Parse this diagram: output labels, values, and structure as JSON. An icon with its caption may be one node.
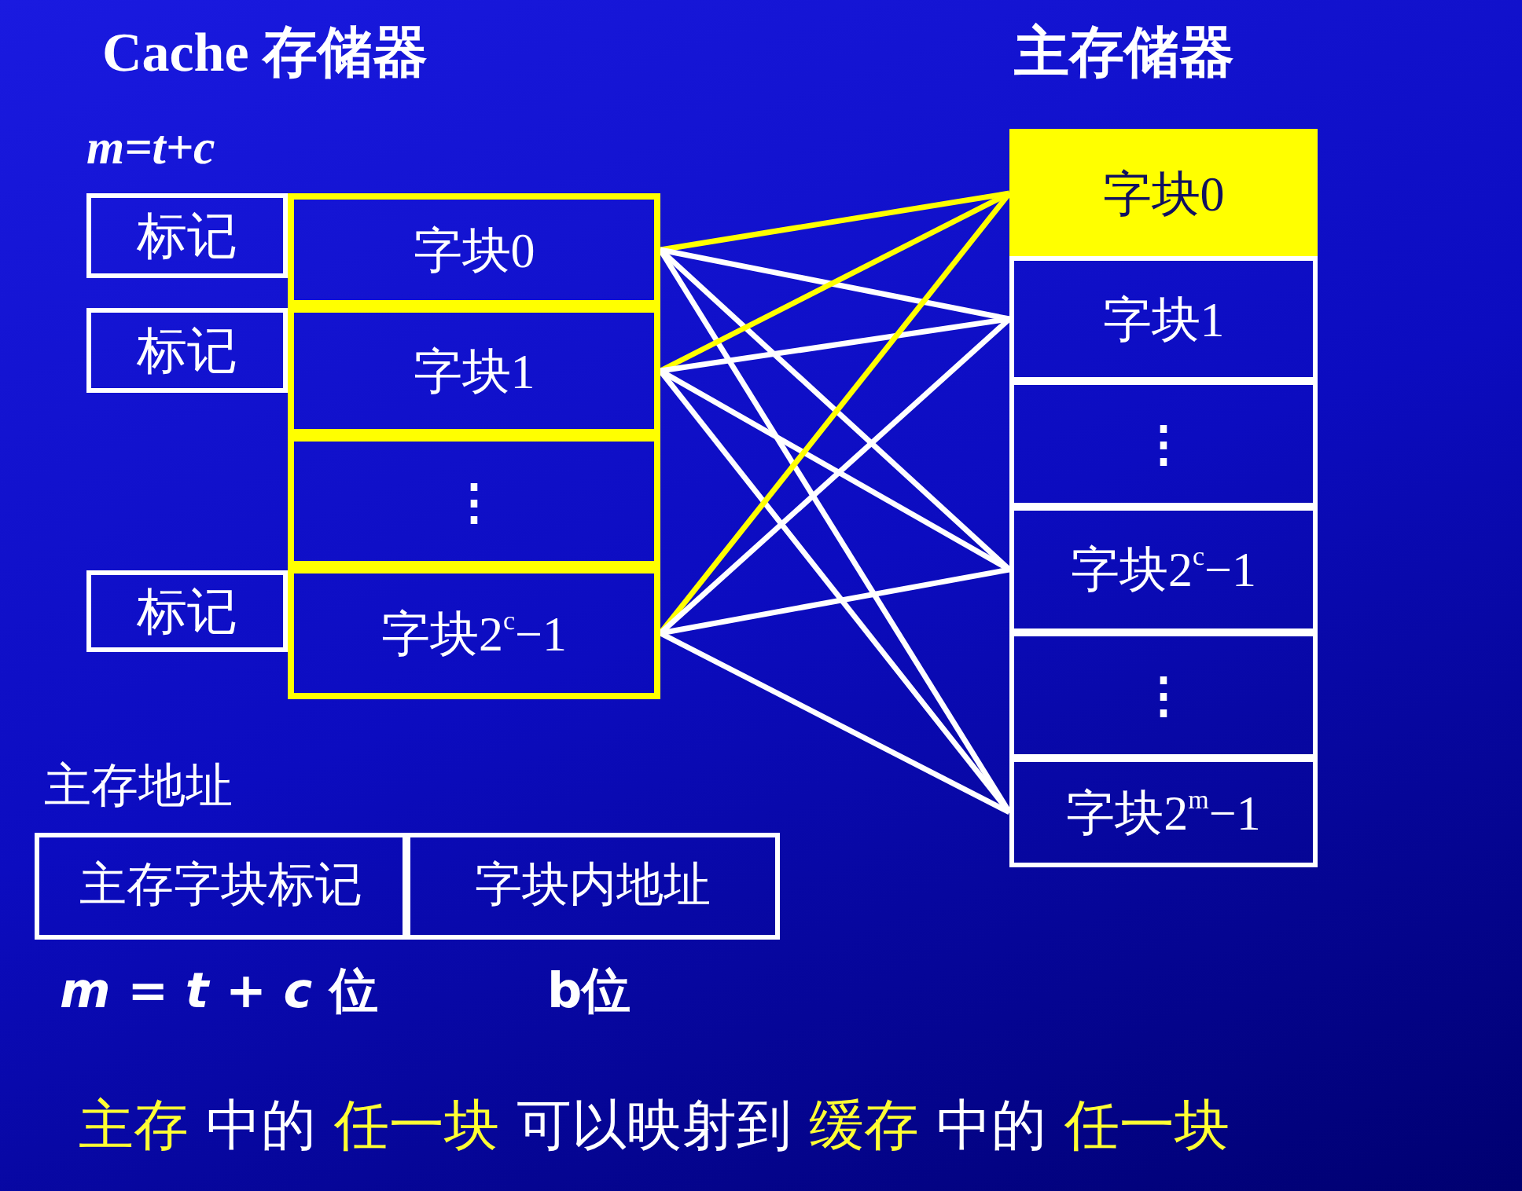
{
  "diagram": {
    "caption": "**主存** 中的 **任一块** 可以映射到 **缓存** 中的 **任一块**",
    "nodes": [
      {
        "text": [
          "标记"
        ]
      },
      {
        "text": [
          "字块0"
        ]
      },
      {
        "text": [
          "标记"
        ]
      },
      {
        "text": [
          "字块1"
        ]
      },
      {
        "text": [
          "⋮"
        ]
      },
      {
        "text": [
          "标记"
        ]
      },
      {
        "text": [
          "字块2$^{c}$−1"
        ]
      },
      {
        "text": [
          "字块0"
        ]
      },
      {
        "text": [
          "字块1"
        ]
      },
      {
        "text": [
          "⋮"
        ]
      },
      {
        "text": [
          "字块2$^{c}$−1"
        ]
      },
      {
        "text": [
          "⋮"
        ]
      },
      {
        "text": [
          "字块2$^{m}$−1"
        ]
      },
      {
        "text": [
          "主存字块标记"
        ],
        "beside": [
          "*m* = *t* + *c* 位"
        ]
      },
      {
        "text": [
          "字块内地址"
        ],
        "beside": [
          "b位"
        ]
      }
    ],
    "edges": [
      {
        "from": 1,
        "to": 7,
        "arrow": "none",
        "color": "#ffff00"
      },
      {
        "from": 1,
        "to": 8,
        "arrow": "none"
      },
      {
        "from": 1,
        "to": 10,
        "arrow": "none"
      },
      {
        "from": 1,
        "to": 12,
        "arrow": "none"
      },
      {
        "from": 3,
        "to": 7,
        "arrow": "none",
        "color": "#ffff00"
      },
      {
        "from": 3,
        "to": 8,
        "arrow": "none"
      },
      {
        "from": 3,
        "to": 10,
        "arrow": "none"
      },
      {
        "from": 3,
        "to": 12,
        "arrow": "none"
      },
      {
        "from": 6,
        "to": 7,
        "arrow": "none",
        "color": "#ffff00"
      },
      {
        "from": 6,
        "to": 8,
        "arrow": "none"
      },
      {
        "from": 6,
        "to": 10,
        "arrow": "none"
      },
      {
        "from": 6,
        "to": 12,
        "arrow": "none"
      }
    ],
    "labels": [
      "Cache 存储器",
      "主存储器",
      "m=t+c",
      "主存地址"
    ]
  }
}
